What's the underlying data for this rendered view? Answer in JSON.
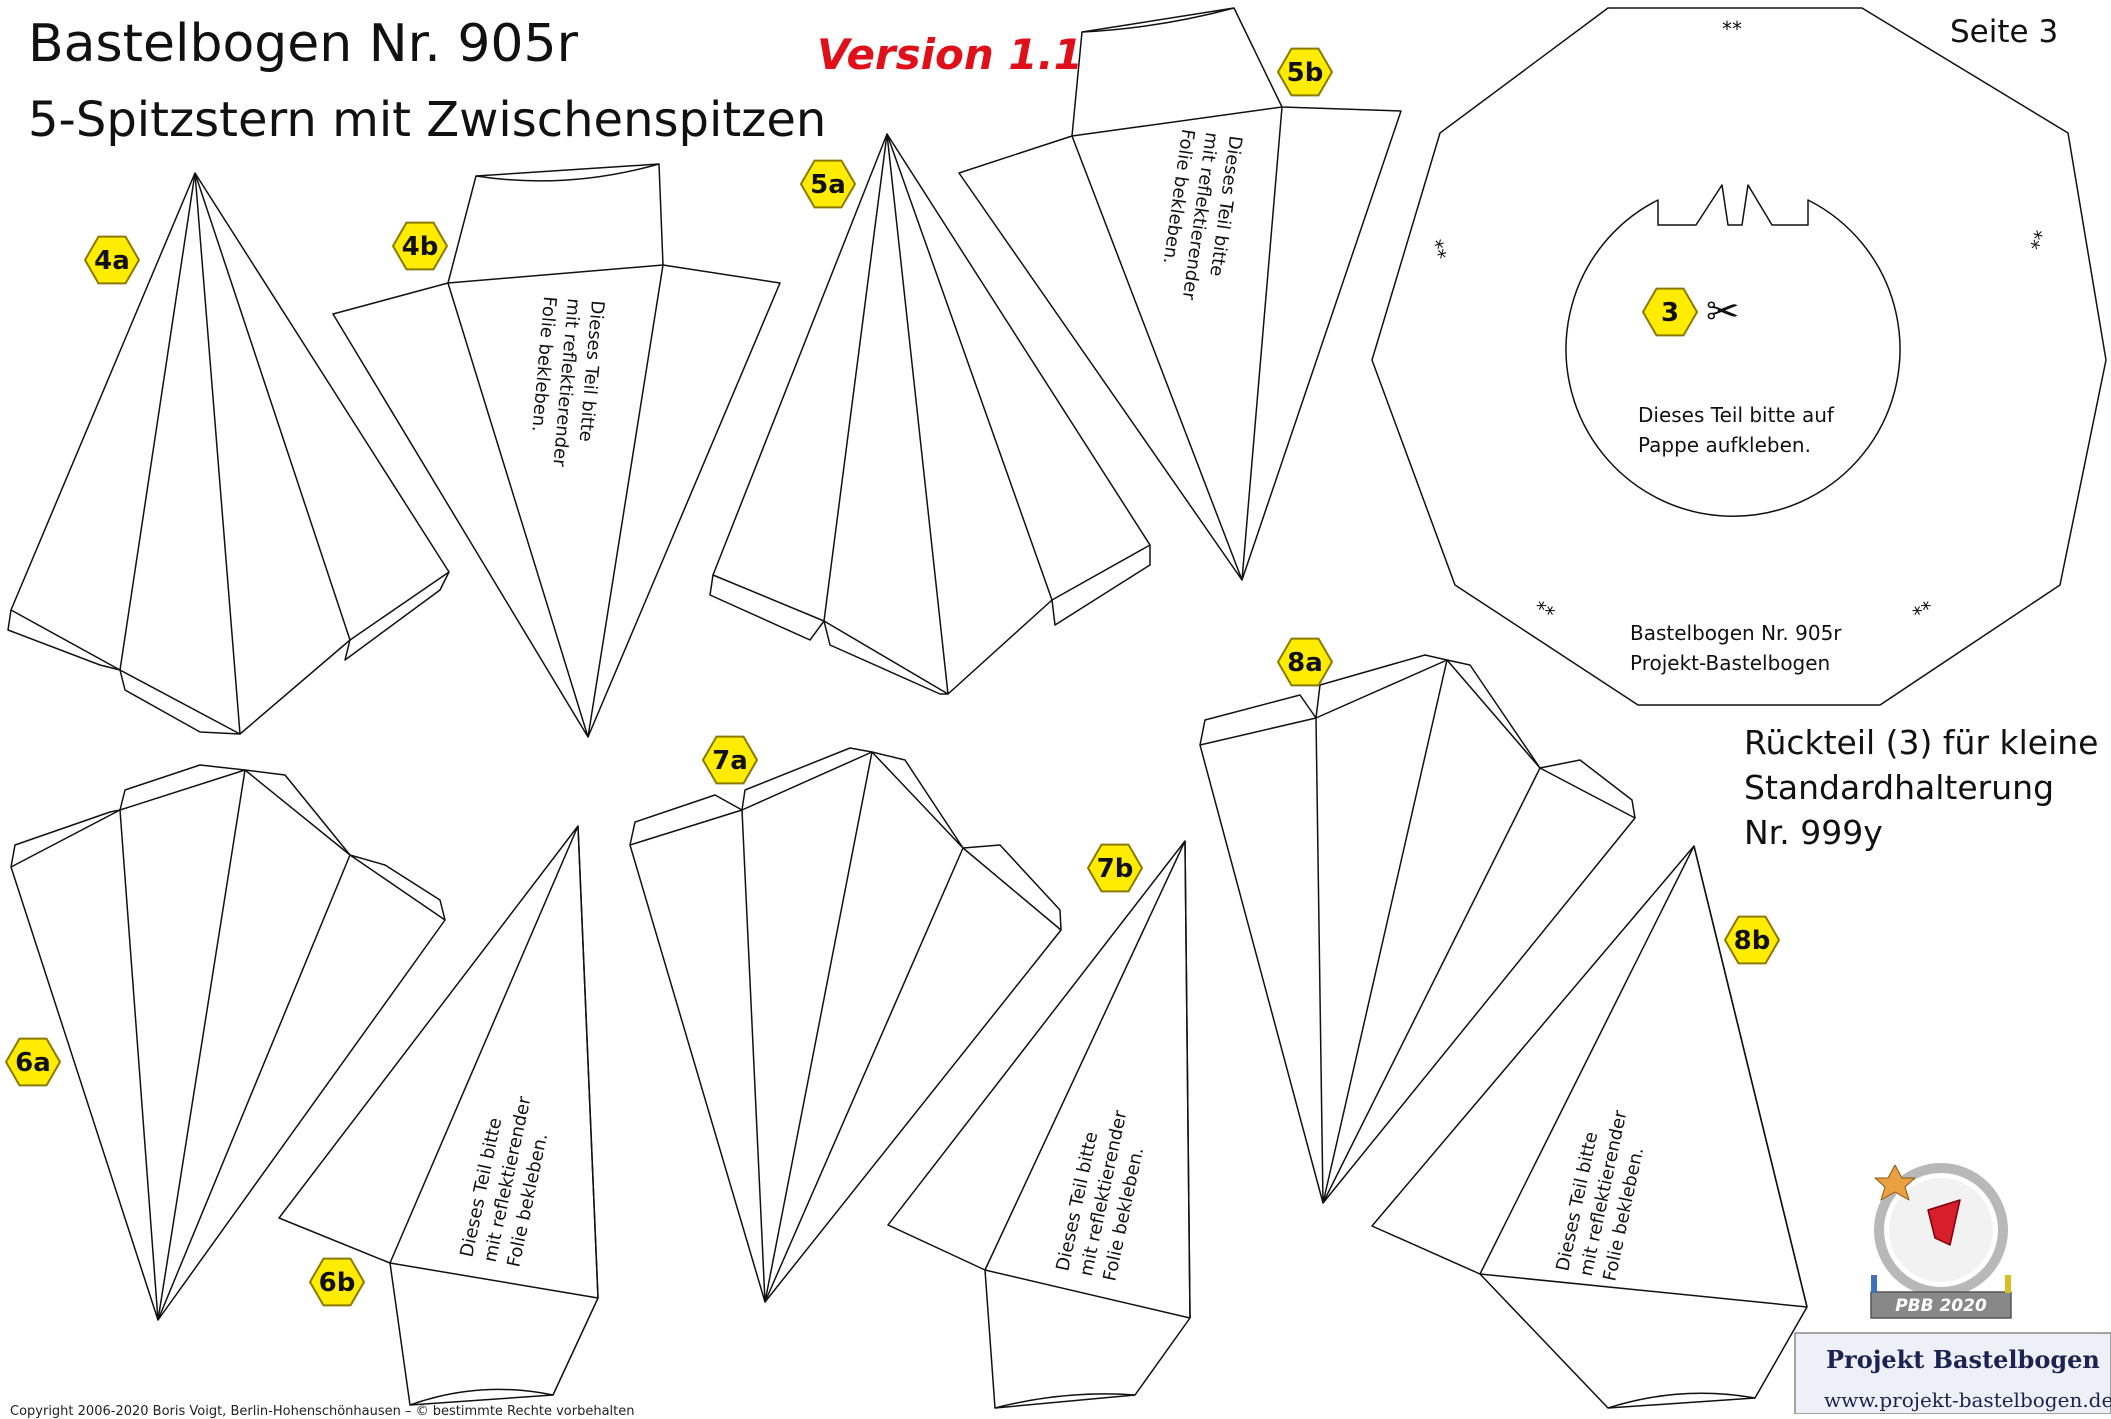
{
  "header": {
    "title": "Bastelbogen Nr. 905r",
    "subtitle": "5-Spitzstern mit Zwischenspitzen",
    "version": "Version 1.1",
    "page": "Seite 3"
  },
  "labels": {
    "p4a": "4a",
    "p4b": "4b",
    "p5a": "5a",
    "p5b": "5b",
    "p3": "3",
    "p6a": "6a",
    "p6b": "6b",
    "p7a": "7a",
    "p7b": "7b",
    "p8a": "8a",
    "p8b": "8b"
  },
  "instructions": {
    "foil_line1": "Dieses Teil bitte",
    "foil_line2": "mit reflektierender",
    "foil_line3": "Folie bekleben.",
    "foil_b_line1": "Dieses Teil bitte",
    "foil_b_line2": "mit reflektierender",
    "foil_b_line3": "Folie bekleben.",
    "cardboard_line1": "Dieses Teil bitte auf",
    "cardboard_line2": "Pappe aufkleben."
  },
  "back_part": {
    "marks": "**",
    "footer_line1": "Bastelbogen Nr. 905r",
    "footer_line2": "Projekt-Bastelbogen",
    "scissors_icon": "✂"
  },
  "note": {
    "line1": "Rückteil (3) für kleine",
    "line2": "Standardhalterung",
    "line3": "Nr. 999y"
  },
  "footer": {
    "copyright": "Copyright 2006-2020 Boris Voigt, Berlin-Hohenschönhausen – © bestimmte Rechte vorbehalten",
    "logo_badge": "PBB 2020",
    "logo_title": "Projekt Bastelbogen",
    "logo_url": "www.projekt-bastelbogen.de"
  },
  "colors": {
    "badge_fill": "#ffec00",
    "badge_stroke": "#8a7a00",
    "version_red": "#e0101a",
    "logo_navy": "#1b2350"
  }
}
